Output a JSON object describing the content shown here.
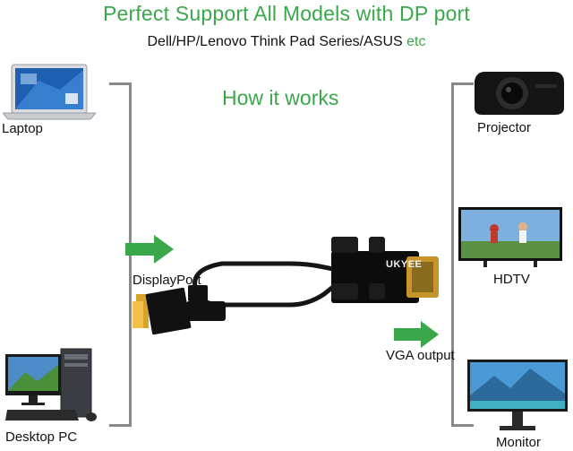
{
  "header": {
    "title": "Perfect Support All Models with DP port",
    "subtitle_main": "Dell/HP/Lenovo Think Pad Series/ASUS",
    "subtitle_etc": "etc"
  },
  "diagram": {
    "title": "How it works",
    "sources": [
      {
        "label": "Laptop"
      },
      {
        "label": "Desktop PC"
      }
    ],
    "displays": [
      {
        "label": "Projector"
      },
      {
        "label": "HDTV"
      },
      {
        "label": "Monitor"
      }
    ],
    "input_label": "DisplayPort",
    "output_label": "VGA output",
    "brand": "UKYEE",
    "accent_color": "#3aa84a"
  }
}
